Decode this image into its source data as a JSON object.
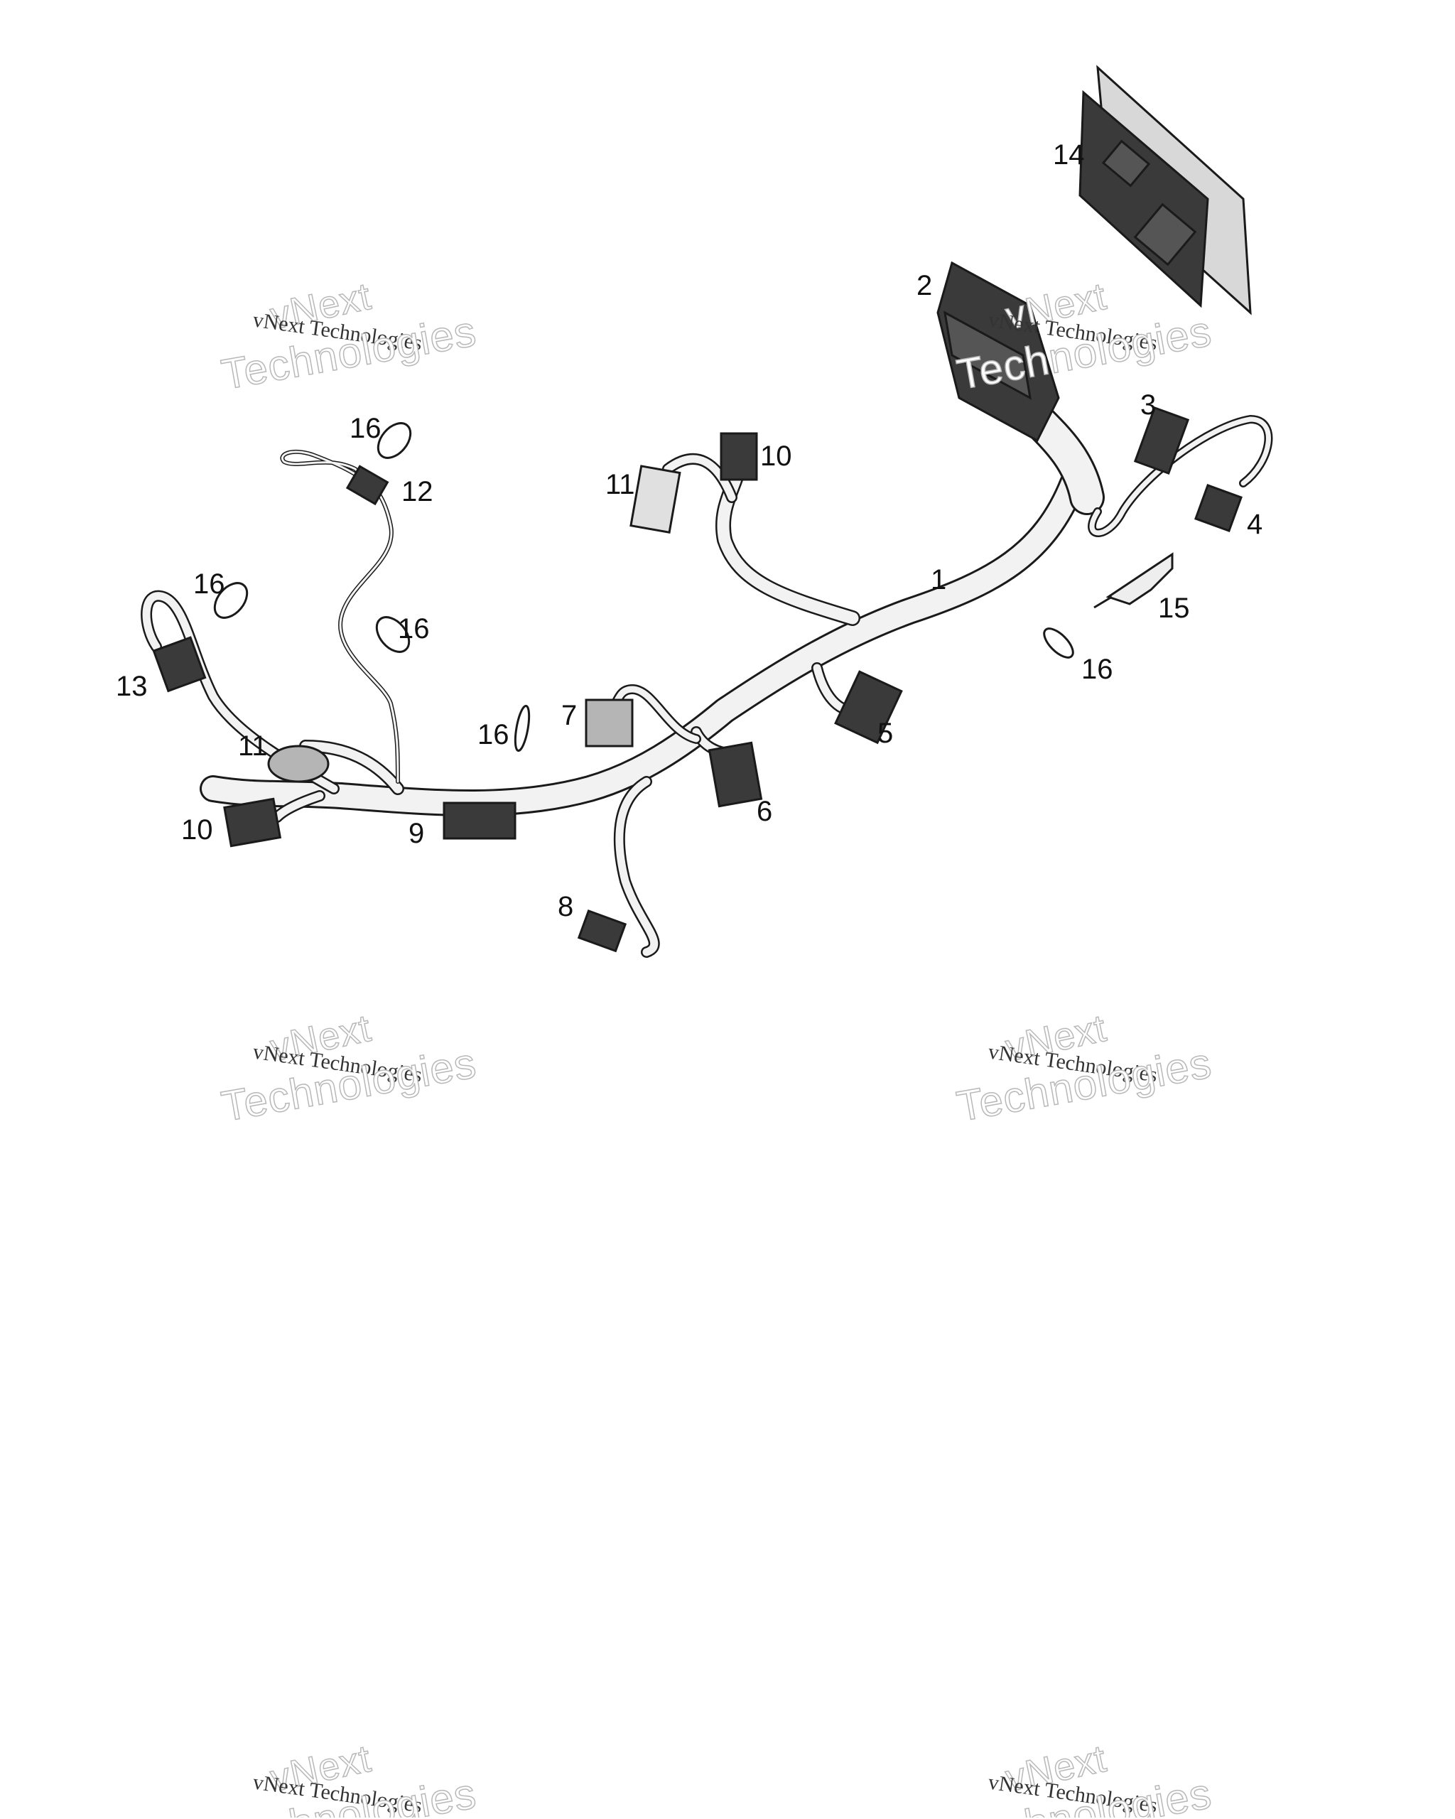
{
  "callouts": {
    "c1": "1",
    "c2": "2",
    "c3": "3",
    "c4": "4",
    "c5": "5",
    "c6": "6",
    "c7": "7",
    "c8": "8",
    "c9": "9",
    "c10a": "10",
    "c10b": "10",
    "c11a": "11",
    "c11b": "11",
    "c12": "12",
    "c13": "13",
    "c14": "14",
    "c15": "15",
    "c16a": "16",
    "c16b": "16",
    "c16c": "16",
    "c16d": "16",
    "c16e": "16"
  },
  "watermark": {
    "line1": "vNext",
    "line2": "vNext Technologies",
    "line3": "Technologies"
  },
  "colors": {
    "harness": "#f2f2f2",
    "outline": "#1a1a1a",
    "connector": "#3a3a3a"
  }
}
